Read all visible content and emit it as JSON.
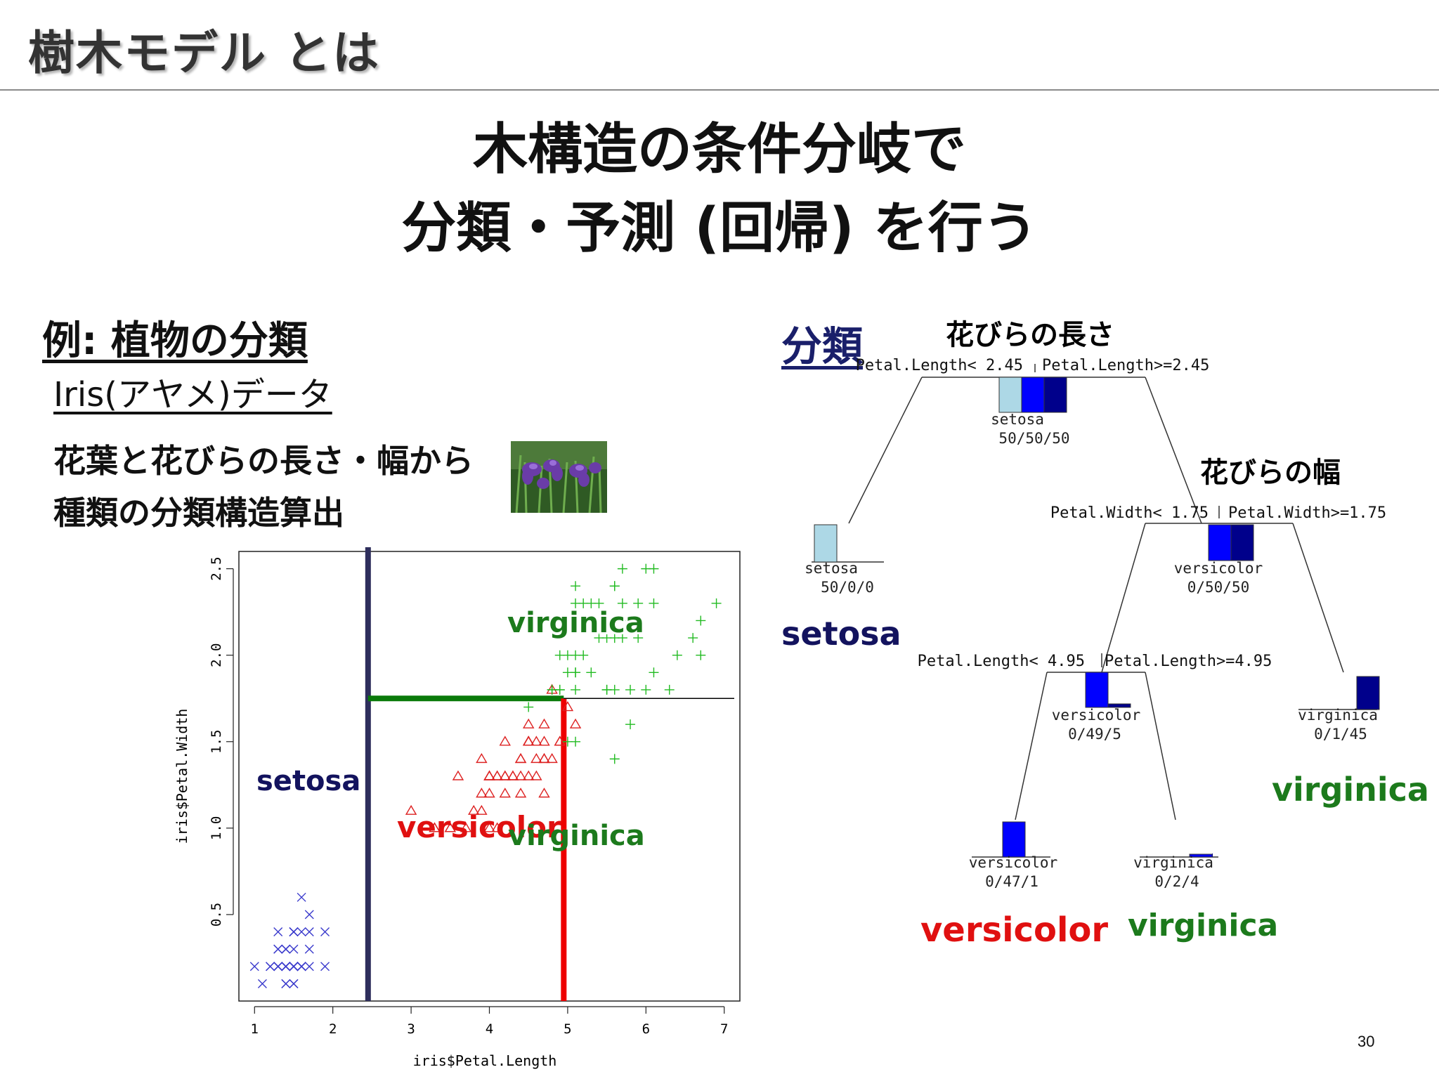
{
  "slide": {
    "title": "樹木モデル とは",
    "headline_line1": "木構造の条件分岐で",
    "headline_line2": "分類・予測 (回帰) を行う",
    "page_number": "30"
  },
  "example": {
    "heading": "例: 植物の分類",
    "dataset": "Iris(アヤメ)データ",
    "description_line1": "花葉と花びらの長さ・幅から",
    "description_line2": "種類の分類構造算出"
  },
  "scatter": {
    "xlabel": "iris$Petal.Length",
    "ylabel": "iris$Petal.Width",
    "x_ticks": [
      "1",
      "2",
      "3",
      "4",
      "5",
      "6",
      "7"
    ],
    "y_ticks": [
      "0.5",
      "1.0",
      "1.5",
      "2.0",
      "2.5"
    ],
    "region_labels": {
      "setosa": "setosa",
      "versicolor": "versicolor",
      "virginica_top": "virginica",
      "virginica_right": "virginica"
    }
  },
  "tree": {
    "heading": "分類",
    "root_feature_label": "花びらの長さ",
    "second_feature_label": "花びらの幅",
    "splits": {
      "root_left": "Petal.Length< 2.45",
      "root_right": "Petal.Length>=2.45",
      "mid_left": "Petal.Width< 1.75",
      "mid_right": "Petal.Width>=1.75",
      "low_left": "Petal.Length< 4.95",
      "low_right": "Petal.Length>=4.95"
    },
    "nodes": {
      "root": {
        "label": "setosa",
        "counts": "50/50/50"
      },
      "setosa_leaf": {
        "label": "setosa",
        "counts": "50/0/0",
        "result": "setosa"
      },
      "versicolor_node": {
        "label": "versicolor",
        "counts": "0/50/50"
      },
      "versicolor_sub": {
        "label": "versicolor",
        "counts": "0/49/5"
      },
      "virginica_leaf": {
        "label": "virginica",
        "counts": "0/1/45",
        "result": "virginica"
      },
      "versicolor_leaf": {
        "label": "versicolor",
        "counts": "0/47/1",
        "result": "versicolor"
      },
      "virginica_leaf2": {
        "label": "virginica",
        "counts": "0/2/4",
        "result": "virginica"
      }
    }
  },
  "colors": {
    "setosa_result": "#13135e",
    "versicolor_result": "#e01010",
    "virginica_result": "#1c7a1c",
    "bar_setosa": "#add8e6",
    "bar_versicolor": "#0000ff",
    "bar_virginica": "#00008b",
    "split_line_setosa": "#2e2e5c",
    "split_line_width": "#0a7a0a",
    "split_line_length": "#ee0000"
  },
  "chart_data": {
    "type": "scatter",
    "title": "",
    "xlabel": "iris$Petal.Length",
    "ylabel": "iris$Petal.Width",
    "xlim": [
      0.8,
      7.2
    ],
    "ylim": [
      0.0,
      2.6
    ],
    "grid": false,
    "series": [
      {
        "name": "setosa",
        "marker": "x",
        "color": "#3a3acc",
        "points": [
          [
            1.4,
            0.2
          ],
          [
            1.4,
            0.2
          ],
          [
            1.3,
            0.2
          ],
          [
            1.5,
            0.2
          ],
          [
            1.4,
            0.2
          ],
          [
            1.7,
            0.4
          ],
          [
            1.4,
            0.3
          ],
          [
            1.5,
            0.2
          ],
          [
            1.4,
            0.2
          ],
          [
            1.5,
            0.1
          ],
          [
            1.5,
            0.2
          ],
          [
            1.6,
            0.2
          ],
          [
            1.4,
            0.1
          ],
          [
            1.1,
            0.1
          ],
          [
            1.2,
            0.2
          ],
          [
            1.5,
            0.4
          ],
          [
            1.3,
            0.4
          ],
          [
            1.4,
            0.3
          ],
          [
            1.7,
            0.3
          ],
          [
            1.5,
            0.3
          ],
          [
            1.7,
            0.2
          ],
          [
            1.5,
            0.4
          ],
          [
            1.0,
            0.2
          ],
          [
            1.7,
            0.5
          ],
          [
            1.9,
            0.2
          ],
          [
            1.6,
            0.2
          ],
          [
            1.6,
            0.4
          ],
          [
            1.5,
            0.2
          ],
          [
            1.4,
            0.2
          ],
          [
            1.6,
            0.2
          ],
          [
            1.6,
            0.2
          ],
          [
            1.5,
            0.4
          ],
          [
            1.5,
            0.1
          ],
          [
            1.4,
            0.2
          ],
          [
            1.5,
            0.2
          ],
          [
            1.2,
            0.2
          ],
          [
            1.3,
            0.2
          ],
          [
            1.4,
            0.1
          ],
          [
            1.3,
            0.2
          ],
          [
            1.5,
            0.2
          ],
          [
            1.3,
            0.3
          ],
          [
            1.3,
            0.3
          ],
          [
            1.3,
            0.2
          ],
          [
            1.6,
            0.6
          ],
          [
            1.9,
            0.4
          ],
          [
            1.4,
            0.3
          ],
          [
            1.6,
            0.2
          ],
          [
            1.4,
            0.2
          ],
          [
            1.5,
            0.2
          ],
          [
            1.4,
            0.2
          ]
        ]
      },
      {
        "name": "versicolor",
        "marker": "triangle",
        "color": "#dd2222",
        "points": [
          [
            4.7,
            1.4
          ],
          [
            4.5,
            1.5
          ],
          [
            4.9,
            1.5
          ],
          [
            4.0,
            1.3
          ],
          [
            4.6,
            1.5
          ],
          [
            4.5,
            1.3
          ],
          [
            4.7,
            1.6
          ],
          [
            3.3,
            1.0
          ],
          [
            4.6,
            1.3
          ],
          [
            3.9,
            1.4
          ],
          [
            3.5,
            1.0
          ],
          [
            4.2,
            1.5
          ],
          [
            4.0,
            1.0
          ],
          [
            4.7,
            1.4
          ],
          [
            3.6,
            1.3
          ],
          [
            4.4,
            1.4
          ],
          [
            4.5,
            1.5
          ],
          [
            4.1,
            1.0
          ],
          [
            4.5,
            1.5
          ],
          [
            3.9,
            1.1
          ],
          [
            4.8,
            1.8
          ],
          [
            4.0,
            1.3
          ],
          [
            4.9,
            1.5
          ],
          [
            4.7,
            1.2
          ],
          [
            4.3,
            1.3
          ],
          [
            4.4,
            1.4
          ],
          [
            4.8,
            1.4
          ],
          [
            5.0,
            1.7
          ],
          [
            4.5,
            1.5
          ],
          [
            3.5,
            1.0
          ],
          [
            3.8,
            1.1
          ],
          [
            3.7,
            1.0
          ],
          [
            3.9,
            1.2
          ],
          [
            5.1,
            1.6
          ],
          [
            4.5,
            1.5
          ],
          [
            4.5,
            1.6
          ],
          [
            4.7,
            1.5
          ],
          [
            4.4,
            1.3
          ],
          [
            4.1,
            1.3
          ],
          [
            4.0,
            1.3
          ],
          [
            4.4,
            1.2
          ],
          [
            4.6,
            1.4
          ],
          [
            4.0,
            1.2
          ],
          [
            3.3,
            1.0
          ],
          [
            4.2,
            1.3
          ],
          [
            4.2,
            1.2
          ],
          [
            4.2,
            1.3
          ],
          [
            4.3,
            1.3
          ],
          [
            3.0,
            1.1
          ],
          [
            4.1,
            1.3
          ]
        ]
      },
      {
        "name": "virginica",
        "marker": "plus",
        "color": "#22bb22",
        "points": [
          [
            6.0,
            2.5
          ],
          [
            5.1,
            1.9
          ],
          [
            5.9,
            2.1
          ],
          [
            5.6,
            1.8
          ],
          [
            5.8,
            2.2
          ],
          [
            6.6,
            2.1
          ],
          [
            4.5,
            1.7
          ],
          [
            6.3,
            1.8
          ],
          [
            5.8,
            1.8
          ],
          [
            6.1,
            2.5
          ],
          [
            5.1,
            2.0
          ],
          [
            5.3,
            1.9
          ],
          [
            5.5,
            2.1
          ],
          [
            5.0,
            2.0
          ],
          [
            5.1,
            2.4
          ],
          [
            5.3,
            2.3
          ],
          [
            5.5,
            1.8
          ],
          [
            6.7,
            2.2
          ],
          [
            6.9,
            2.3
          ],
          [
            5.0,
            1.5
          ],
          [
            5.7,
            2.3
          ],
          [
            4.9,
            2.0
          ],
          [
            6.7,
            2.0
          ],
          [
            4.9,
            1.8
          ],
          [
            5.7,
            2.1
          ],
          [
            6.0,
            1.8
          ],
          [
            4.8,
            1.8
          ],
          [
            4.9,
            1.8
          ],
          [
            5.6,
            2.1
          ],
          [
            5.8,
            1.6
          ],
          [
            6.1,
            1.9
          ],
          [
            6.4,
            2.0
          ],
          [
            5.6,
            2.2
          ],
          [
            5.1,
            1.5
          ],
          [
            5.6,
            1.4
          ],
          [
            6.1,
            2.3
          ],
          [
            5.6,
            2.4
          ],
          [
            5.5,
            1.8
          ],
          [
            4.8,
            1.8
          ],
          [
            5.4,
            2.1
          ],
          [
            5.6,
            2.4
          ],
          [
            5.1,
            2.3
          ],
          [
            5.1,
            1.9
          ],
          [
            5.9,
            2.3
          ],
          [
            5.7,
            2.5
          ],
          [
            5.2,
            2.3
          ],
          [
            5.0,
            1.9
          ],
          [
            5.2,
            2.0
          ],
          [
            5.4,
            2.3
          ],
          [
            5.1,
            1.8
          ]
        ]
      }
    ],
    "decision_boundaries": [
      {
        "axis": "x",
        "value": 2.45,
        "color": "#2e2e5c"
      },
      {
        "axis": "y",
        "value": 1.75,
        "x_from": 2.45,
        "x_to": 4.95,
        "color": "#0a7a0a"
      },
      {
        "axis": "x",
        "value": 4.95,
        "y_from": 0.0,
        "y_to": 1.75,
        "color": "#ee0000"
      },
      {
        "axis": "y",
        "value": 1.75,
        "x_from": 4.95,
        "x_to": 7.2,
        "color": "#000000"
      }
    ]
  }
}
